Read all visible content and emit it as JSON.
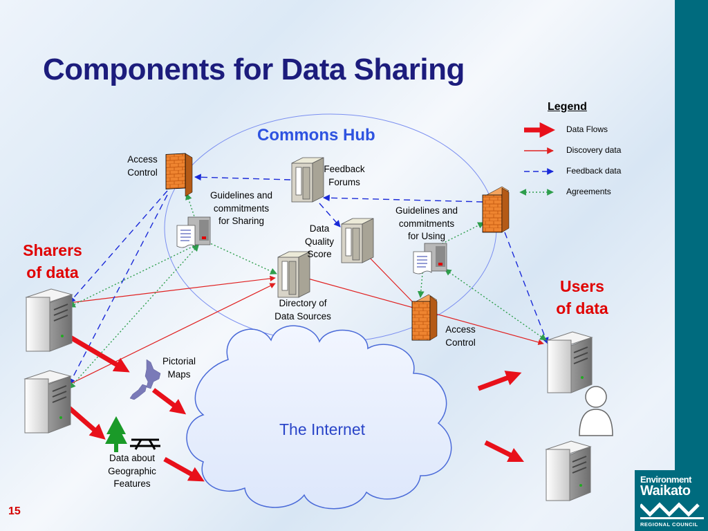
{
  "title": "Components for Data Sharing",
  "hub_title": "Commons Hub",
  "internet_label": "The Internet",
  "sharers_label": [
    "Sharers",
    "of data"
  ],
  "users_label": [
    "Users",
    "of data"
  ],
  "labels": {
    "access_control_left": [
      "Access",
      "Control"
    ],
    "access_control_right": [
      "Access",
      "Control"
    ],
    "feedback_forums": [
      "Feedback",
      "Forums"
    ],
    "guidelines_sharing": [
      "Guidelines and",
      "commitments",
      "for Sharing"
    ],
    "guidelines_using": [
      "Guidelines and",
      "commitments",
      "for Using"
    ],
    "data_quality": [
      "Data",
      "Quality",
      "Score"
    ],
    "directory": [
      "Directory of",
      "Data Sources"
    ],
    "pictorial_maps": [
      "Pictorial",
      "Maps"
    ],
    "geo_features": [
      "Data about",
      "Geographic",
      "Features"
    ]
  },
  "legend": {
    "title": "Legend",
    "items": [
      {
        "label": "Data Flows",
        "color": "#e8101a"
      },
      {
        "label": "Discovery data",
        "color": "#e02020"
      },
      {
        "label": "Feedback data",
        "color": "#1a2ad8"
      },
      {
        "label": "Agreements",
        "color": "#2e9e4c"
      }
    ]
  },
  "slide_number": "15",
  "logo": {
    "line1": "Environment",
    "line2": "Waikato",
    "line3": "REGIONAL COUNCIL"
  },
  "colors": {
    "title": "#1c1c7c",
    "hub": "#2e53e0",
    "accent_red": "#e00000",
    "teal": "#006b7e",
    "firewall": "#e87a28"
  }
}
